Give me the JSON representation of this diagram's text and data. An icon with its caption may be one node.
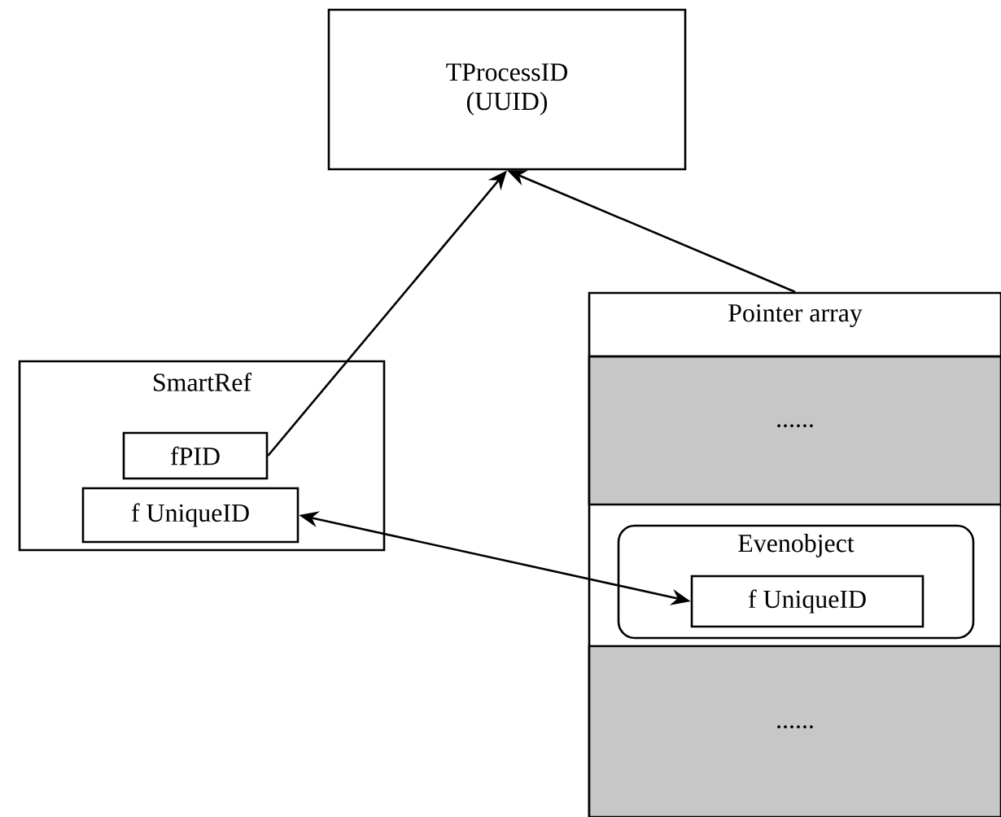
{
  "diagram": {
    "nodes": [
      {
        "text": [
          "TProcessID (UUID)"
        ]
      },
      {
        "text": [
          "SmartRef"
        ]
      },
      {
        "text": [
          "fPID"
        ],
        "in": 1
      },
      {
        "text": [
          "f UniqueID"
        ],
        "in": 1
      },
      {
        "text": [
          "Pointer array"
        ]
      },
      {
        "text": [
          "......"
        ],
        "in": 4
      },
      {
        "text": [
          "Evenobject"
        ],
        "in": 4
      },
      {
        "text": [
          "f UniqueID"
        ],
        "in": 6
      },
      {
        "text": [
          "......"
        ],
        "in": 4
      }
    ],
    "edges": [
      {
        "from": 2,
        "to": 0,
        "arrow": "to"
      },
      {
        "from": 4,
        "to": 0,
        "arrow": "to"
      },
      {
        "from": 3,
        "to": 7,
        "arrow": "both"
      }
    ]
  }
}
